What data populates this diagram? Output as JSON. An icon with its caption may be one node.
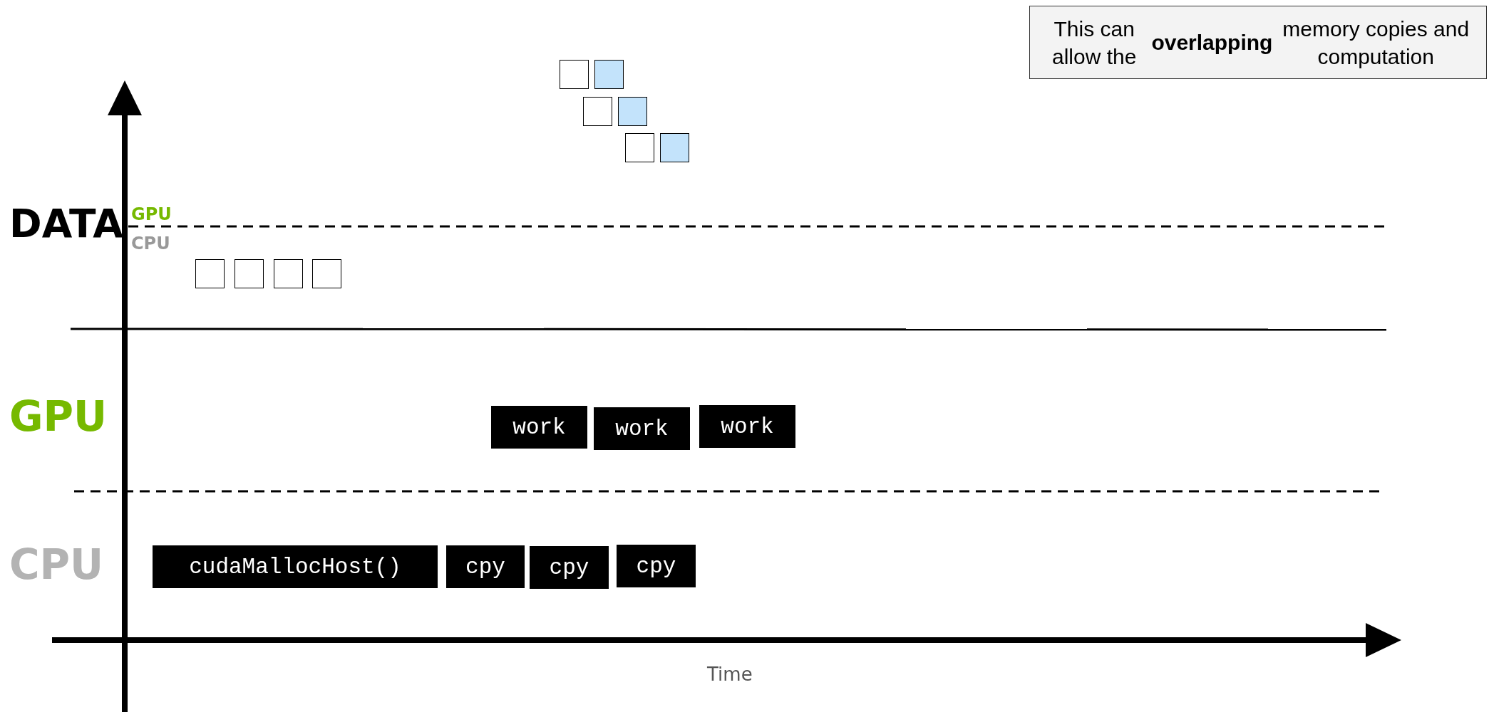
{
  "diagram": {
    "nodes": [
      {
        "text": [
          "This can allow the **overlapping** memory copies and computation"
        ]
      },
      {
        "text": [],
        "shape": "box"
      },
      {
        "text": [],
        "shape": "box"
      },
      {
        "text": [],
        "shape": "box"
      },
      {
        "text": [],
        "shape": "box"
      },
      {
        "text": [],
        "shape": "box"
      },
      {
        "text": [],
        "shape": "box"
      },
      {
        "text": [],
        "shape": "box"
      },
      {
        "text": [],
        "shape": "box"
      },
      {
        "text": [],
        "shape": "box"
      },
      {
        "text": [],
        "shape": "box"
      },
      {
        "text": [
          "work"
        ]
      },
      {
        "text": [
          "work"
        ]
      },
      {
        "text": [
          "work"
        ]
      },
      {
        "text": [
          "cudaMallocHost()"
        ]
      },
      {
        "text": [
          "cpy"
        ]
      },
      {
        "text": [
          "cpy"
        ]
      },
      {
        "text": [
          "cpy"
        ]
      }
    ],
    "edges": [],
    "labels": [
      "DATA",
      "GPU",
      "CPU",
      "GPU",
      "CPU",
      "Time"
    ]
  }
}
